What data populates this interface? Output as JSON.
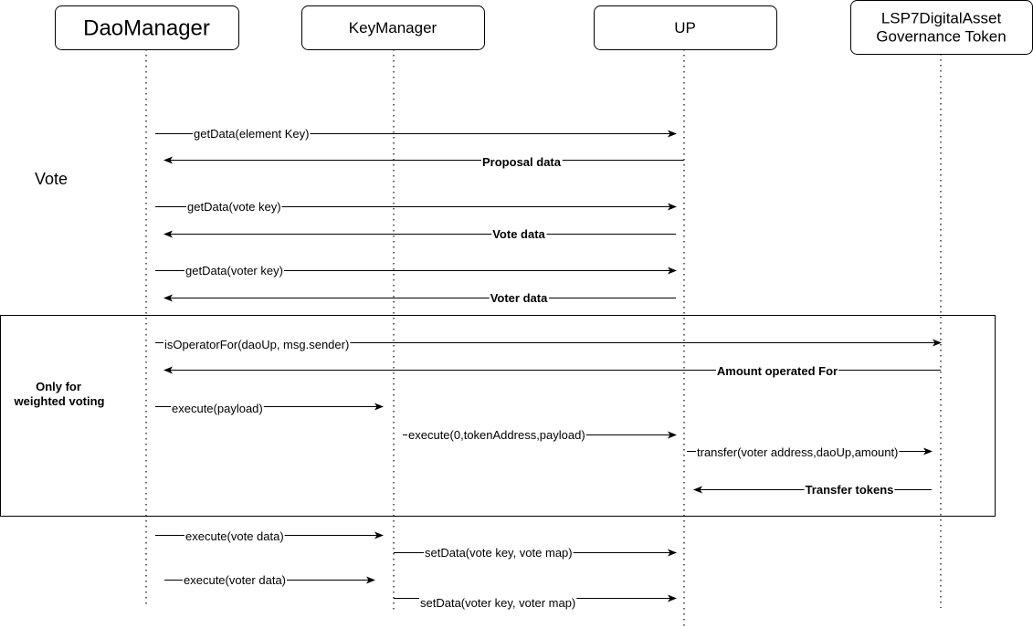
{
  "actors": [
    {
      "id": "dao",
      "label_lines": [
        "DaoManager"
      ]
    },
    {
      "id": "km",
      "label_lines": [
        "KeyManager"
      ]
    },
    {
      "id": "up",
      "label_lines": [
        "UP"
      ]
    },
    {
      "id": "lsp7",
      "label_lines": [
        "LSP7DigitalAsset",
        "Governance Token"
      ]
    }
  ],
  "side_labels": {
    "vote": "Vote",
    "weighted_lines": [
      "Only for",
      "weighted voting"
    ]
  },
  "messages": [
    {
      "from": "dao",
      "to": "up",
      "label": "getData(element Key)",
      "bold": false
    },
    {
      "from": "up",
      "to": "dao",
      "label": "Proposal data",
      "bold": true
    },
    {
      "from": "dao",
      "to": "up",
      "label": "getData(vote key)",
      "bold": false
    },
    {
      "from": "up",
      "to": "dao",
      "label": "Vote data",
      "bold": true
    },
    {
      "from": "dao",
      "to": "up",
      "label": "getData(voter key)",
      "bold": false
    },
    {
      "from": "up",
      "to": "dao",
      "label": "Voter data",
      "bold": true
    },
    {
      "from": "dao",
      "to": "lsp7",
      "label": "isOperatorFor(daoUp, msg.sender)",
      "bold": false
    },
    {
      "from": "lsp7",
      "to": "dao",
      "label": "Amount operated For",
      "bold": true
    },
    {
      "from": "dao",
      "to": "km",
      "label": "execute(payload)",
      "bold": false
    },
    {
      "from": "km",
      "to": "up",
      "label": "execute(0,tokenAddress,payload)",
      "bold": false
    },
    {
      "from": "up",
      "to": "lsp7",
      "label": "transfer(voter address,daoUp,amount)",
      "bold": false
    },
    {
      "from": "lsp7",
      "to": "up",
      "label": "Transfer tokens",
      "bold": true
    },
    {
      "from": "dao",
      "to": "km",
      "label": "execute(vote data)",
      "bold": false
    },
    {
      "from": "km",
      "to": "up",
      "label": "setData(vote key, vote map)",
      "bold": false
    },
    {
      "from": "dao",
      "to": "km",
      "label": "execute(voter data)",
      "bold": false
    },
    {
      "from": "km",
      "to": "up",
      "label": "setData(voter key, voter map)",
      "bold": false
    }
  ]
}
